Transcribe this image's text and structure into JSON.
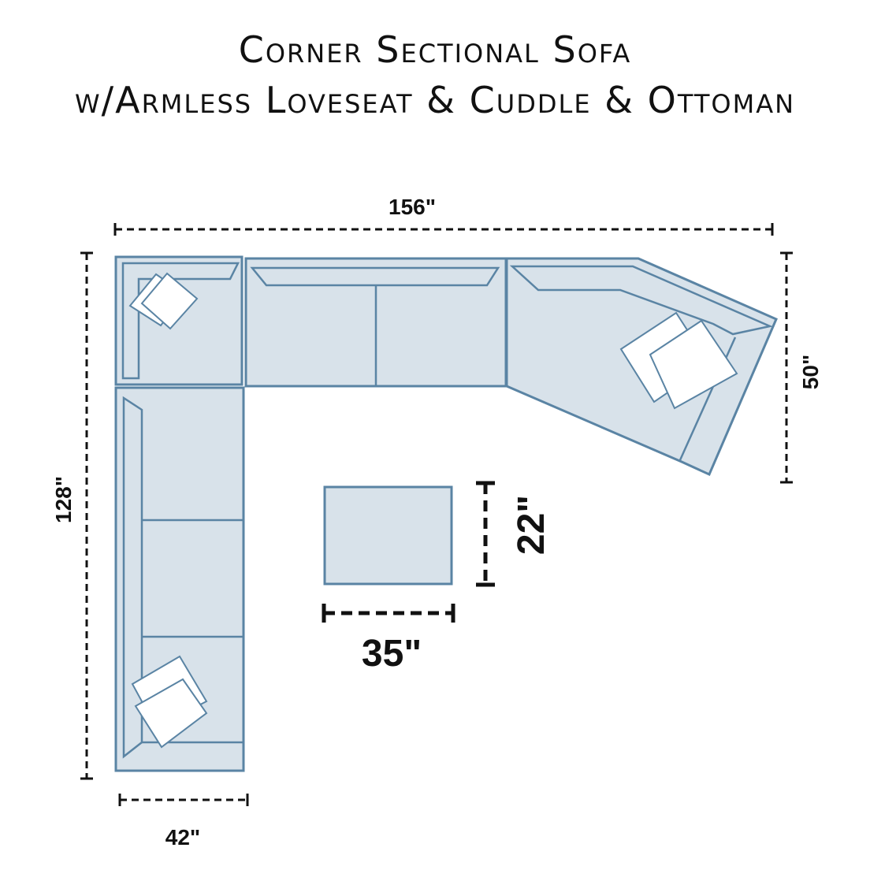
{
  "title": {
    "line1": "Corner Sectional Sofa",
    "line2": "w/Armless Loveseat & Cuddle & Ottoman"
  },
  "dimensions": {
    "overall_width": "156\"",
    "overall_depth": "128\"",
    "cuddle_depth": "50\"",
    "arm_width": "42\"",
    "ottoman_width": "35\"",
    "ottoman_depth": "22\""
  },
  "colors": {
    "fabric": "#d8e2ea",
    "outline": "#5a84a4",
    "dimension_lines": "#111111"
  }
}
